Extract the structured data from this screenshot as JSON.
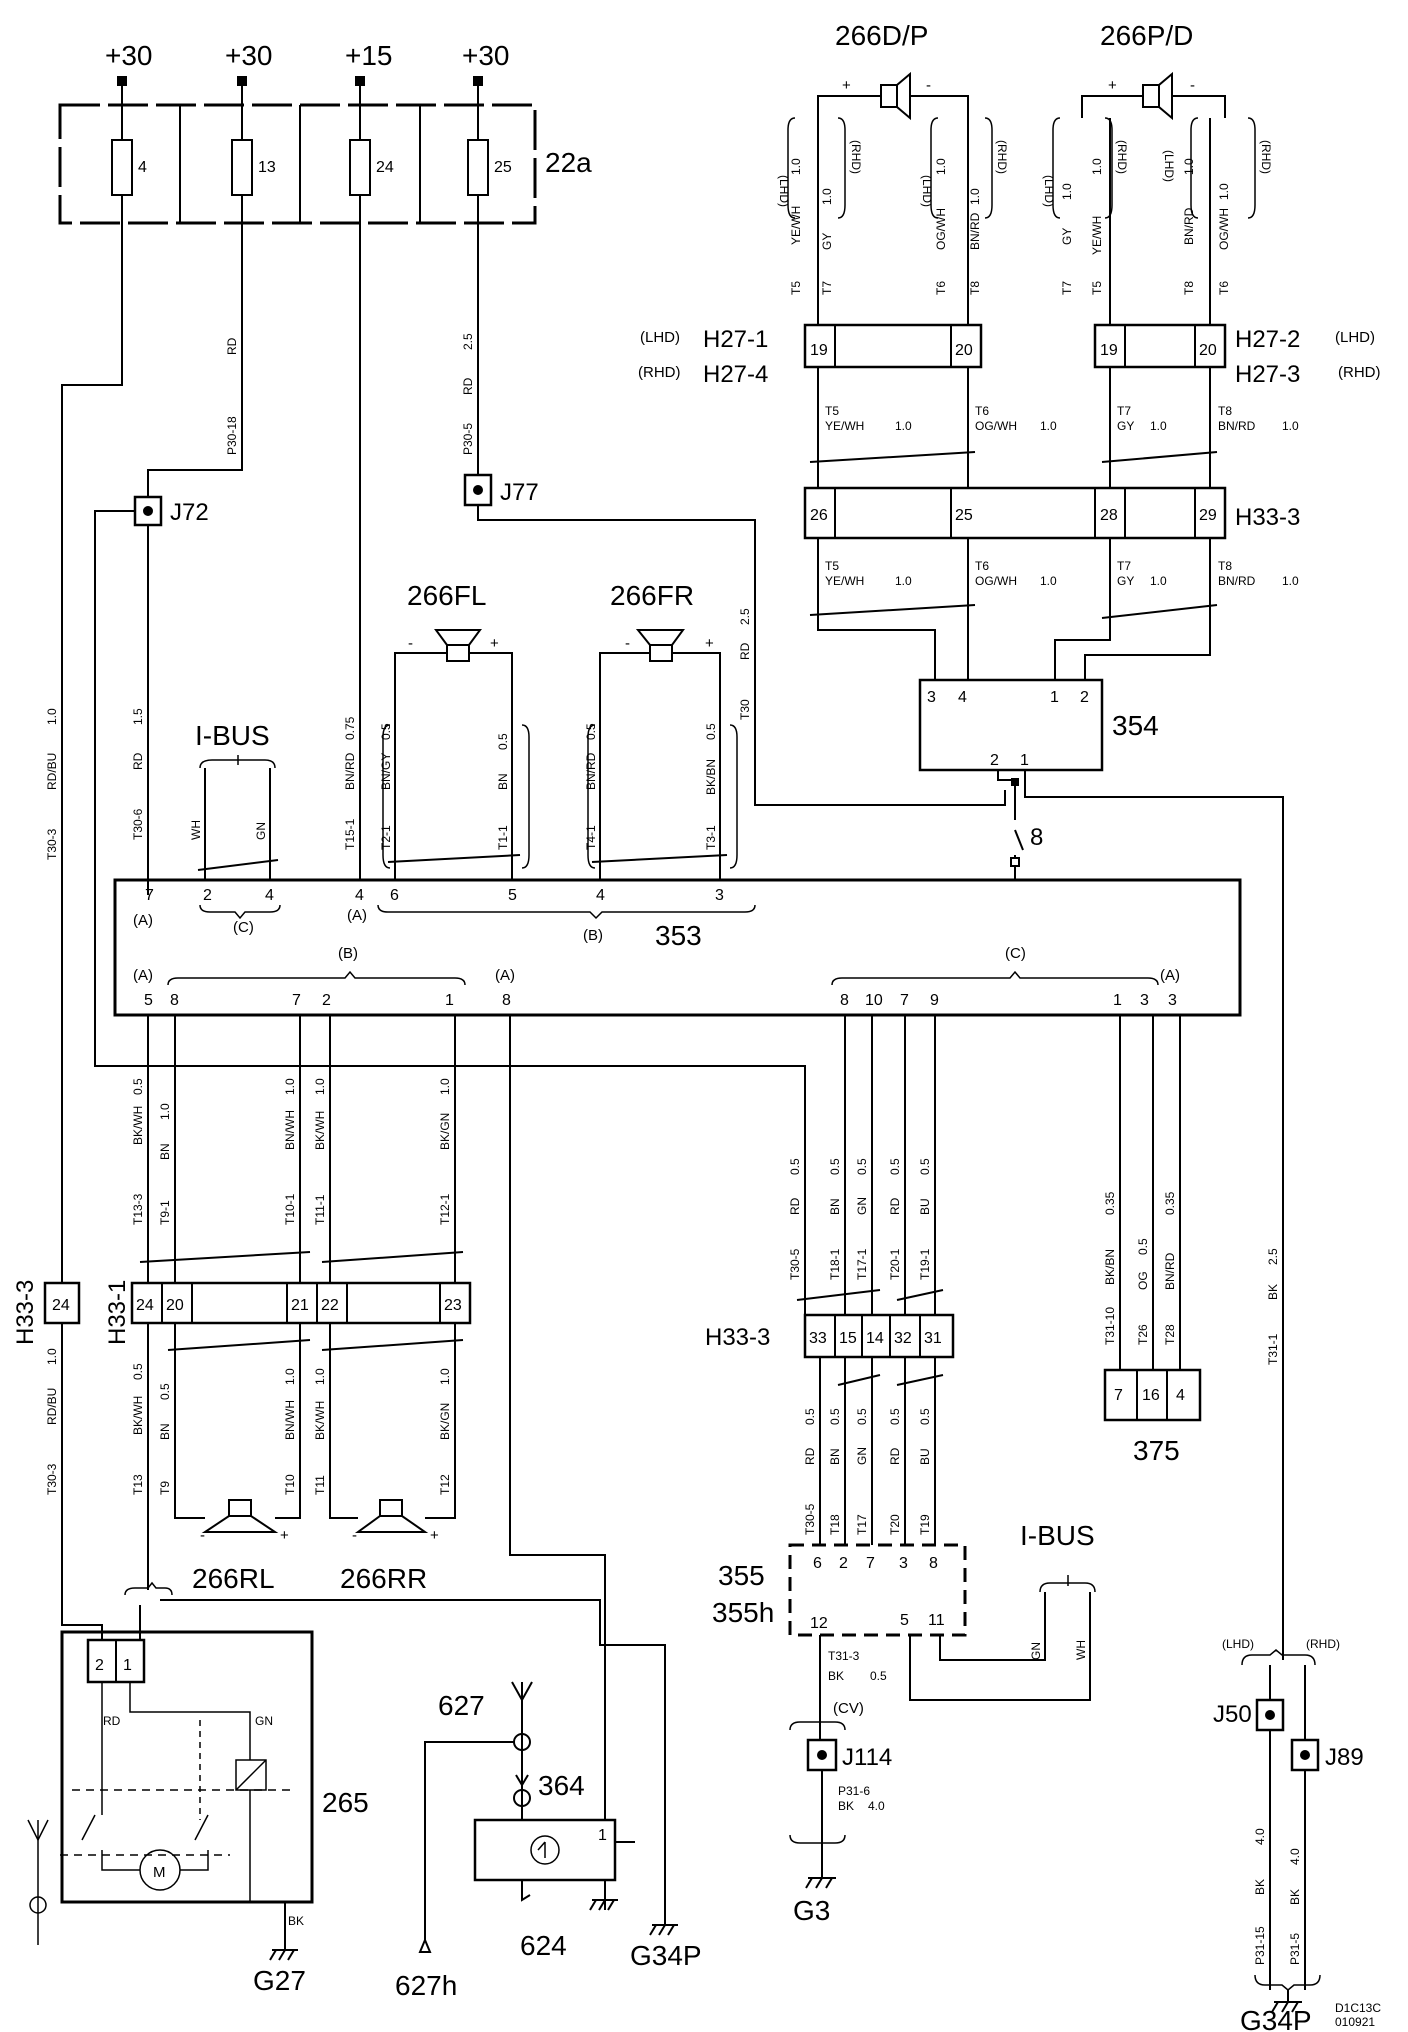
{
  "supplies": [
    "+30",
    "+30",
    "+15",
    "+30"
  ],
  "fusebox": {
    "label": "22a",
    "fuses": [
      "4",
      "13",
      "24",
      "25"
    ]
  },
  "speakers": {
    "rear_left_top": "266D/P",
    "rear_right_top": "266P/D",
    "front_left": "266FL",
    "front_right": "266FR",
    "rear_left": "266RL",
    "rear_right": "266RR"
  },
  "connectors": {
    "h27_1": "H27-1",
    "h27_2": "H27-2",
    "h27_3": "H27-3",
    "h27_4": "H27-4",
    "h33_3": "H33-3",
    "h33_1": "H33-1",
    "lhd": "(LHD)",
    "rhd": "(RHD)"
  },
  "junctions": [
    "J72",
    "J77",
    "J50",
    "J89",
    "J114"
  ],
  "components": {
    "radio": "353",
    "amplifier": "354",
    "cd_changer": "355",
    "cd_changer_h": "355h",
    "unit_375": "375",
    "antenna_amp": "265",
    "antenna": "627",
    "antenna_h": "627h",
    "unit_364": "364",
    "unit_624": "624",
    "ibus": "I-BUS",
    "fuse_8": "8",
    "cv": "(CV)"
  },
  "grounds": [
    "G27",
    "G34P",
    "G3",
    "G34P"
  ],
  "wires": {
    "ye_wh": "YE/WH",
    "gy": "GY",
    "og_wh": "OG/WH",
    "bn_rd": "BN/RD",
    "t5": "T5",
    "t6": "T6",
    "t7": "T7",
    "t8": "T8",
    "v10": "1.0",
    "rd": "RD",
    "rd_bu": "RD/BU",
    "t30_3": "T30-3",
    "t30_6": "T30-6",
    "p30_18": "P30-18",
    "p30_5": "P30-5",
    "v25": "2.5",
    "v15": "1.5",
    "bn_rd_075": "BN/RD",
    "t15_1": "T15-1",
    "v075": "0.75",
    "bn_gy": "BN/GY",
    "t2_1": "T2-1",
    "bn": "BN",
    "t1_1": "T1-1",
    "t4_1": "T4-1",
    "bk_bn": "BK/BN",
    "t3_1": "T3-1",
    "v05": "0.5",
    "wh": "WH",
    "gn": "GN",
    "t30": "T30",
    "bk_wh": "BK/WH",
    "bn_wh": "BN/WH",
    "bk_gn": "BK/GN",
    "t13_3": "T13-3",
    "t9_1": "T9-1",
    "t10_1": "T10-1",
    "t11_1": "T11-1",
    "t12_1": "T12-1",
    "t13": "T13",
    "t9": "T9",
    "t10": "T10",
    "t11": "T11",
    "t12": "T12",
    "t30_5": "T30-5",
    "t18_1": "T18-1",
    "t17_1": "T17-1",
    "t20_1": "T20-1",
    "t19_1": "T19-1",
    "bu": "BU",
    "t18": "T18",
    "t17": "T17",
    "t20": "T20",
    "t19": "T19",
    "t31_10": "T31-10",
    "t26": "T26",
    "t28": "T28",
    "og": "OG",
    "v035": "0.35",
    "t31_1": "T31-1",
    "bk": "BK",
    "t31_3": "T31-3",
    "p31_6": "P31-6",
    "v40": "4.0",
    "p31_15": "P31-15",
    "p31_5": "P31-5"
  },
  "pins": {
    "h27_left": [
      "19",
      "20"
    ],
    "h27_right": [
      "19",
      "20"
    ],
    "h33_3_top": [
      "26",
      "25",
      "28",
      "29"
    ],
    "amp": [
      "3",
      "4",
      "1",
      "2",
      "2",
      "1"
    ],
    "radio_top": [
      "7",
      "2",
      "4",
      "4",
      "6",
      "5",
      "4",
      "3"
    ],
    "radio_top_groups": [
      "(A)",
      "(C)",
      "(A)",
      "(B)"
    ],
    "radio_bottom": [
      "5",
      "8",
      "7",
      "2",
      "1",
      "8",
      "8",
      "10",
      "7",
      "9",
      "1",
      "3",
      "3"
    ],
    "radio_bottom_groups": [
      "(A)",
      "(B)",
      "(A)",
      "(C)",
      "(A)"
    ],
    "h33_1": [
      "24",
      "20",
      "21",
      "22",
      "23"
    ],
    "h33_3_left": "24",
    "h33_3_mid": [
      "33",
      "15",
      "14",
      "32",
      "31"
    ],
    "u375": [
      "7",
      "16",
      "4"
    ],
    "cd": [
      "6",
      "2",
      "7",
      "3",
      "8",
      "12",
      "5",
      "11"
    ],
    "ant": [
      "2",
      "1"
    ],
    "u364": "1"
  },
  "footer": {
    "code1": "D1C13C",
    "code2": "010921"
  }
}
